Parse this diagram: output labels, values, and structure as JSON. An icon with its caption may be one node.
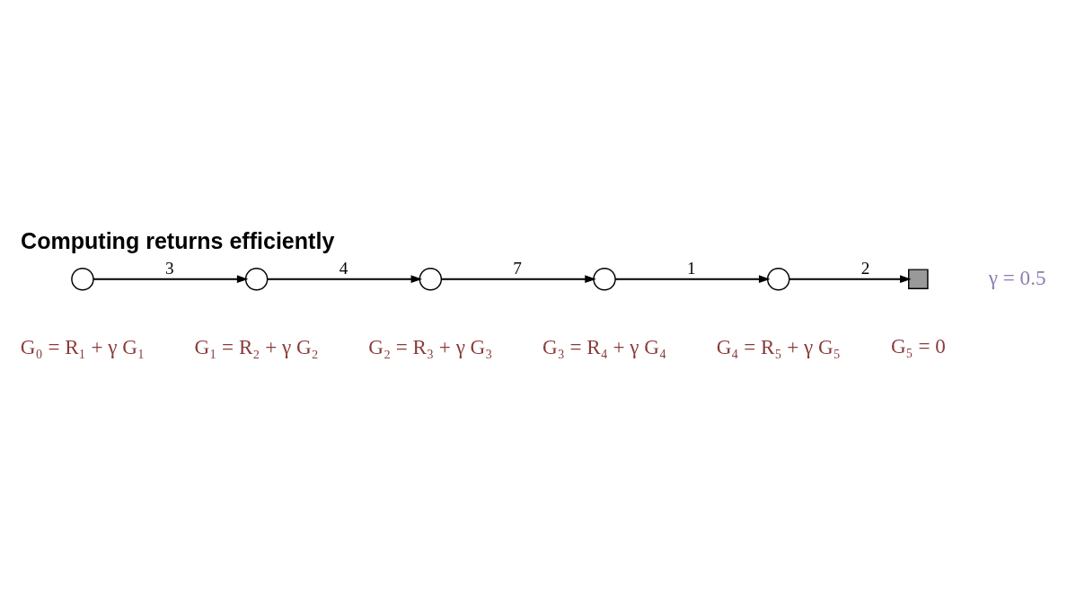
{
  "diagram": {
    "title": "Computing returns efficiently",
    "nodes": [
      {
        "text": [],
        "shape": "circle"
      },
      {
        "text": [],
        "shape": "circle"
      },
      {
        "text": [],
        "shape": "circle"
      },
      {
        "text": [],
        "shape": "circle"
      },
      {
        "text": [],
        "shape": "circle"
      },
      {
        "text": [],
        "shape": "box"
      }
    ],
    "edges": [
      {
        "from": 0,
        "to": 1,
        "arrow": "to",
        "label": "3"
      },
      {
        "from": 1,
        "to": 2,
        "arrow": "to",
        "label": "4"
      },
      {
        "from": 2,
        "to": 3,
        "arrow": "to",
        "label": "7"
      },
      {
        "from": 3,
        "to": 4,
        "arrow": "to",
        "label": "1"
      },
      {
        "from": 4,
        "to": 5,
        "arrow": "to",
        "label": "2"
      }
    ],
    "labels": [
      "γ = 0.5",
      "G₀ = R₁ + γ G₁",
      "G₁ = R₂ + γ G₂",
      "G₂ = R₃ + γ G₃",
      "G₃ = R₄ + γ G₄",
      "G₄ = R₅ + γ G₅",
      "G₅ = 0"
    ]
  }
}
